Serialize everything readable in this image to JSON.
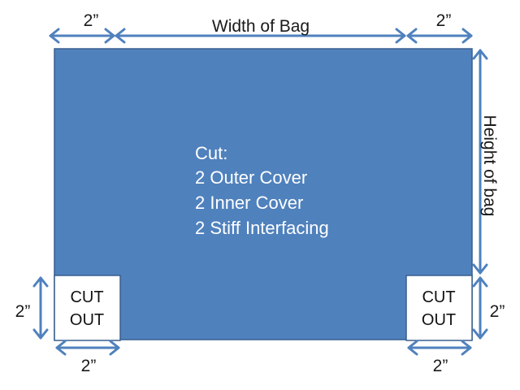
{
  "colors": {
    "panel_fill": "#4f81bd",
    "panel_stroke": "#3a5f8f",
    "arrow": "#4f81bd",
    "cutout_fill": "#ffffff",
    "cutout_stroke": "#3a5f8f"
  },
  "labels": {
    "top_left_margin": "2”",
    "width": "Width of Bag",
    "top_right_margin": "2”",
    "height": "Height of bag",
    "left_cutout_height": "2”",
    "right_cutout_height": "2”",
    "bottom_left_margin": "2”",
    "bottom_right_margin": "2”"
  },
  "instructions": {
    "heading": "Cut:",
    "lines": [
      "2 Outer Cover",
      "2 Inner Cover",
      "2 Stiff Interfacing"
    ]
  },
  "cutouts": {
    "left": [
      "CUT",
      "OUT"
    ],
    "right": [
      "CUT",
      "OUT"
    ]
  }
}
